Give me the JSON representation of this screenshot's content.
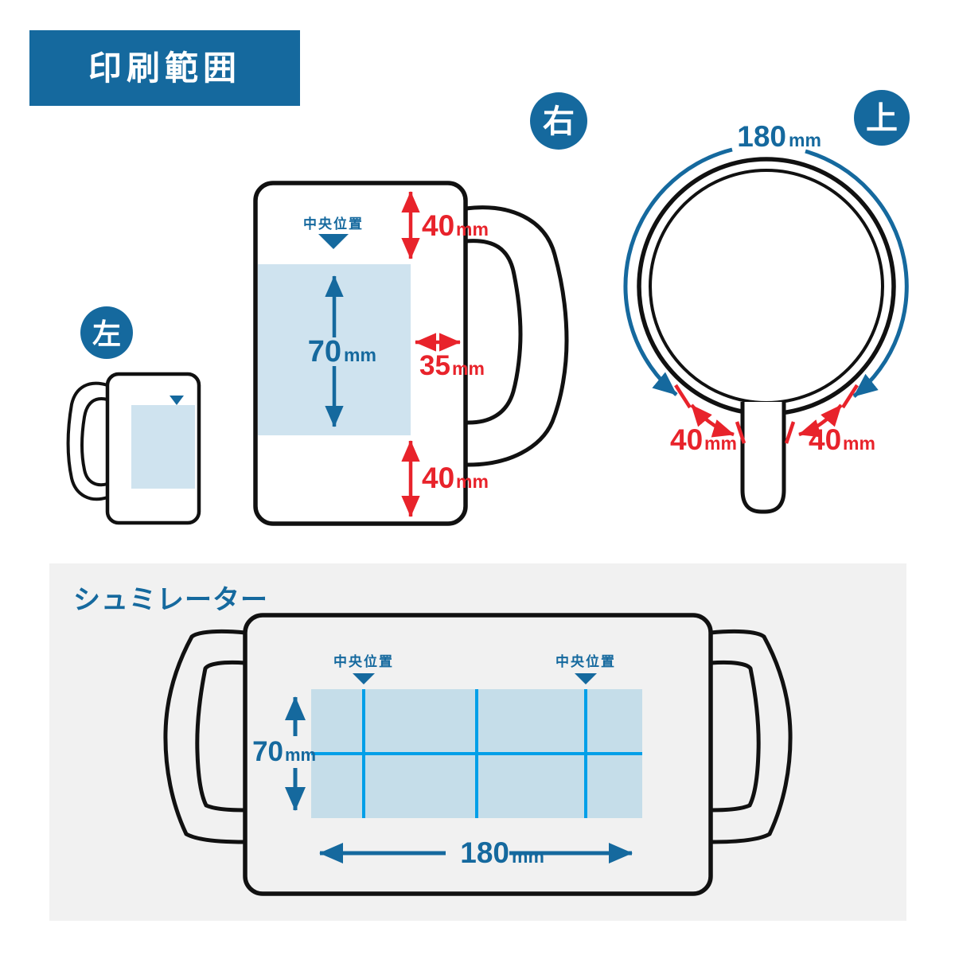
{
  "colors": {
    "brand_blue": "#15699e",
    "dim_red": "#e8232b",
    "print_fill": "#cfe3ef",
    "sim_print_fill": "#c5dde9",
    "grid_blue": "#009fe8",
    "panel_gray": "#f1f1f1",
    "line_black": "#111111",
    "white": "#ffffff"
  },
  "header": {
    "title": "印刷範囲"
  },
  "views": {
    "left": {
      "badge": "左"
    },
    "right": {
      "badge": "右",
      "center_label": "中央位置",
      "top_margin_value": "40",
      "top_margin_unit": "mm",
      "print_height_value": "70",
      "print_height_unit": "mm",
      "handle_gap_value": "35",
      "handle_gap_unit": "mm",
      "bottom_margin_value": "40",
      "bottom_margin_unit": "mm"
    },
    "top": {
      "badge": "上",
      "circumference_value": "180",
      "circumference_unit": "mm",
      "left_wrap_value": "40",
      "left_wrap_unit": "mm",
      "right_wrap_value": "40",
      "right_wrap_unit": "mm"
    }
  },
  "simulator": {
    "title": "シュミレーター",
    "center_label_left": "中央位置",
    "center_label_right": "中央位置",
    "print_height_value": "70",
    "print_height_unit": "mm",
    "print_width_value": "180",
    "print_width_unit": "mm"
  }
}
